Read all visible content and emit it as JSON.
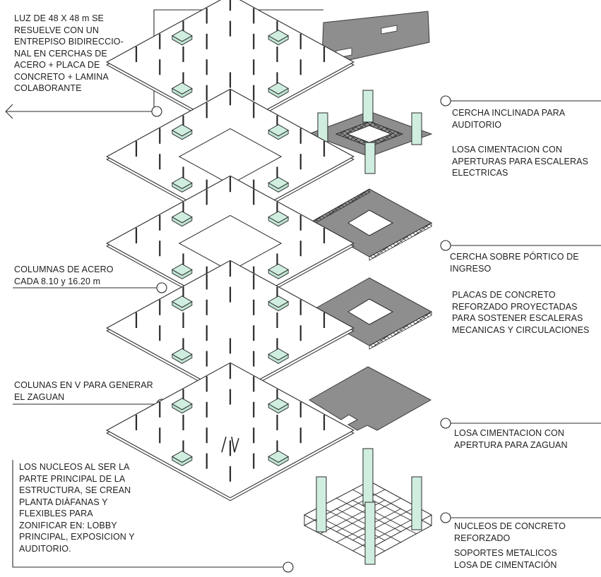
{
  "colors": {
    "slab_fill": "#8e8e8e",
    "slab_edge": "#3a3a3a",
    "core_fill": "#cfeee0",
    "core_edge": "#2b2b2b",
    "line": "#2a2a2a",
    "background": "#ffffff"
  },
  "left_notes": {
    "span": [
      "LUZ DE 48 X 48 m SE",
      "RESUELVE CON UN",
      "ENTREPISO BIDIRECCIO-",
      "NAL EN CERCHAS DE",
      "ACERO + PLACA DE",
      "CONCRETO + LAMINA",
      "COLABORANTE"
    ],
    "columns": [
      "COLUMNAS DE ACERO",
      "CADA 8.10 y 16.20 m"
    ],
    "v_columns": [
      "COLUNAS EN V PARA GENERAR",
      "EL ZAGUAN"
    ],
    "cores": [
      "LOS NUCLEOS AL SER LA",
      "PARTE PRINCIPAL DE LA",
      "ESTRUCTURA, SE CREAN",
      "PLANTA DIÀFANAS Y",
      "FLEXIBLES PARA",
      "ZONIFICAR EN: LOBBY",
      "PRINCIPAL, EXPOSICION Y",
      "AUDITORIO."
    ]
  },
  "right_notes": {
    "auditorium_truss": [
      "CERCHA INCLINADA PARA",
      "AUDITORIO"
    ],
    "slab_openings": [
      "LOSA CIMENTACION CON",
      "APERTURAS PARA ESCALERAS",
      "ELECTRICAS"
    ],
    "portico_truss": [
      "CERCHA SOBRE PÓRTICO DE",
      "INGRESO"
    ],
    "concrete_plates": [
      "PLACAS DE CONCRETO",
      "REFORZADO PROYECTADAS",
      "PARA SOSTENER ESCALERAS",
      "MECANICAS Y CIRCULACIONES"
    ],
    "zaguan_slab": [
      "LOSA CIMENTACION CON",
      "APERTURA PARA ZAGUAN"
    ],
    "concrete_cores": [
      "NUCLEOS DE CONCRETO",
      "REFORZADO"
    ],
    "foundation": [
      "SOPORTES METALICOS",
      "LOSA DE CIMENTACIÓN"
    ]
  }
}
